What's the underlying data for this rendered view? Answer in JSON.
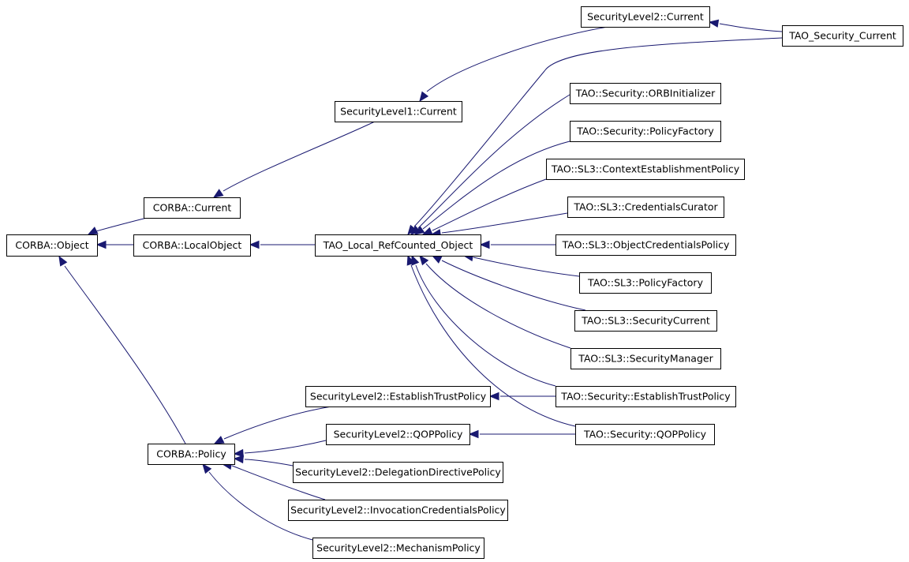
{
  "diagram": {
    "edge_color": "#191970",
    "nodes": [
      {
        "id": "corba_object",
        "label": "CORBA::Object"
      },
      {
        "id": "corba_current",
        "label": "CORBA::Current"
      },
      {
        "id": "corba_localobject",
        "label": "CORBA::LocalObject"
      },
      {
        "id": "corba_policy",
        "label": "CORBA::Policy"
      },
      {
        "id": "sl1_current",
        "label": "SecurityLevel1::Current"
      },
      {
        "id": "sl2_current",
        "label": "SecurityLevel2::Current"
      },
      {
        "id": "tao_security_current",
        "label": "TAO_Security_Current"
      },
      {
        "id": "tao_local_refcounted",
        "label": "TAO_Local_RefCounted_Object"
      },
      {
        "id": "tao_sec_orbinit",
        "label": "TAO::Security::ORBInitializer"
      },
      {
        "id": "tao_sec_policyfactory",
        "label": "TAO::Security::PolicyFactory"
      },
      {
        "id": "tao_sl3_ctxest",
        "label": "TAO::SL3::ContextEstablishmentPolicy"
      },
      {
        "id": "tao_sl3_credcurator",
        "label": "TAO::SL3::CredentialsCurator"
      },
      {
        "id": "tao_sl3_objcred",
        "label": "TAO::SL3::ObjectCredentialsPolicy"
      },
      {
        "id": "tao_sl3_policyfactory",
        "label": "TAO::SL3::PolicyFactory"
      },
      {
        "id": "tao_sl3_seccurrent",
        "label": "TAO::SL3::SecurityCurrent"
      },
      {
        "id": "tao_sl3_secmanager",
        "label": "TAO::SL3::SecurityManager"
      },
      {
        "id": "tao_sec_estrust",
        "label": "TAO::Security::EstablishTrustPolicy"
      },
      {
        "id": "tao_sec_qop",
        "label": "TAO::Security::QOPPolicy"
      },
      {
        "id": "sl2_estrust",
        "label": "SecurityLevel2::EstablishTrustPolicy"
      },
      {
        "id": "sl2_qop",
        "label": "SecurityLevel2::QOPPolicy"
      },
      {
        "id": "sl2_delegation",
        "label": "SecurityLevel2::DelegationDirectivePolicy"
      },
      {
        "id": "sl2_invocation",
        "label": "SecurityLevel2::InvocationCredentialsPolicy"
      },
      {
        "id": "sl2_mechanism",
        "label": "SecurityLevel2::MechanismPolicy"
      }
    ],
    "edges": [
      {
        "from": "corba_current",
        "to": "corba_object"
      },
      {
        "from": "corba_localobject",
        "to": "corba_object"
      },
      {
        "from": "corba_policy",
        "to": "corba_object"
      },
      {
        "from": "sl1_current",
        "to": "corba_current"
      },
      {
        "from": "sl2_current",
        "to": "sl1_current"
      },
      {
        "from": "tao_security_current",
        "to": "sl2_current"
      },
      {
        "from": "tao_local_refcounted",
        "to": "corba_localobject"
      },
      {
        "from": "tao_security_current",
        "to": "tao_local_refcounted"
      },
      {
        "from": "tao_sec_orbinit",
        "to": "tao_local_refcounted"
      },
      {
        "from": "tao_sec_policyfactory",
        "to": "tao_local_refcounted"
      },
      {
        "from": "tao_sl3_ctxest",
        "to": "tao_local_refcounted"
      },
      {
        "from": "tao_sl3_credcurator",
        "to": "tao_local_refcounted"
      },
      {
        "from": "tao_sl3_objcred",
        "to": "tao_local_refcounted"
      },
      {
        "from": "tao_sl3_policyfactory",
        "to": "tao_local_refcounted"
      },
      {
        "from": "tao_sl3_seccurrent",
        "to": "tao_local_refcounted"
      },
      {
        "from": "tao_sl3_secmanager",
        "to": "tao_local_refcounted"
      },
      {
        "from": "tao_sec_estrust",
        "to": "tao_local_refcounted"
      },
      {
        "from": "tao_sec_qop",
        "to": "tao_local_refcounted"
      },
      {
        "from": "tao_sec_estrust",
        "to": "sl2_estrust"
      },
      {
        "from": "tao_sec_qop",
        "to": "sl2_qop"
      },
      {
        "from": "sl2_estrust",
        "to": "corba_policy"
      },
      {
        "from": "sl2_qop",
        "to": "corba_policy"
      },
      {
        "from": "sl2_delegation",
        "to": "corba_policy"
      },
      {
        "from": "sl2_invocation",
        "to": "corba_policy"
      },
      {
        "from": "sl2_mechanism",
        "to": "corba_policy"
      }
    ]
  }
}
